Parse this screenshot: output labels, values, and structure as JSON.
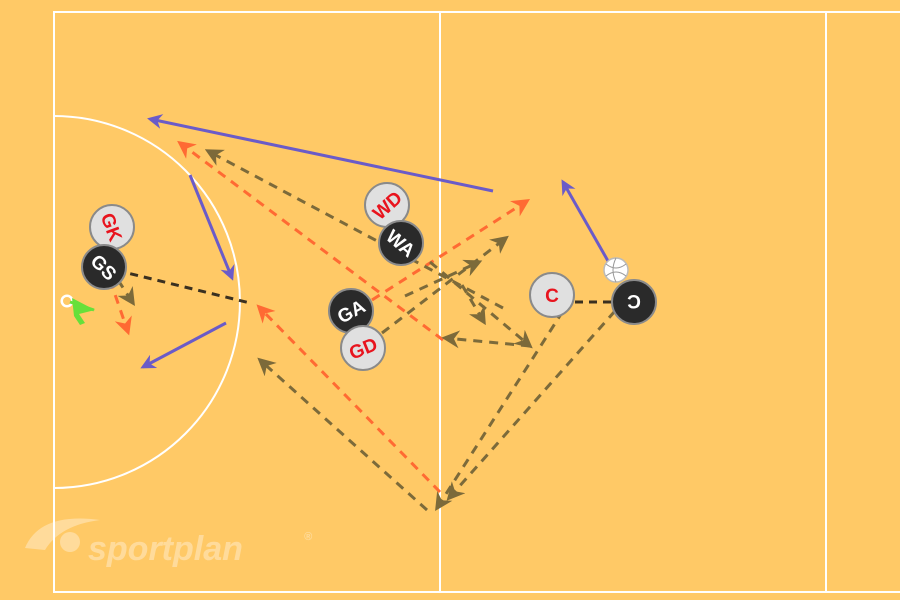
{
  "court": {
    "background_color": "#FFC966",
    "line_color": "#FFFFFF"
  },
  "colors": {
    "player_light_fill": "#E0E0E0",
    "player_dark_fill": "#2A2A2A",
    "player_light_text": "#E8141E",
    "player_dark_text": "#FFFFFF",
    "player_run_arrow": "#6B5BC8",
    "pass_arrow_red": "#FF6A33",
    "pass_arrow_dark": "#7C6A3A",
    "marker_arrow": "#66E03A"
  },
  "players": [
    {
      "id": "gk",
      "label": "GK",
      "team": "light"
    },
    {
      "id": "gs",
      "label": "GS",
      "team": "dark"
    },
    {
      "id": "wd",
      "label": "WD",
      "team": "light"
    },
    {
      "id": "wa",
      "label": "WA",
      "team": "dark"
    },
    {
      "id": "ga",
      "label": "GA",
      "team": "dark"
    },
    {
      "id": "gd",
      "label": "GD",
      "team": "light"
    },
    {
      "id": "c-light",
      "label": "C",
      "team": "light"
    },
    {
      "id": "c-dark",
      "label": "C",
      "team": "dark"
    }
  ],
  "ball": {
    "icon": "netball-icon"
  },
  "logo": {
    "text": "sportplan",
    "mark": "®"
  }
}
